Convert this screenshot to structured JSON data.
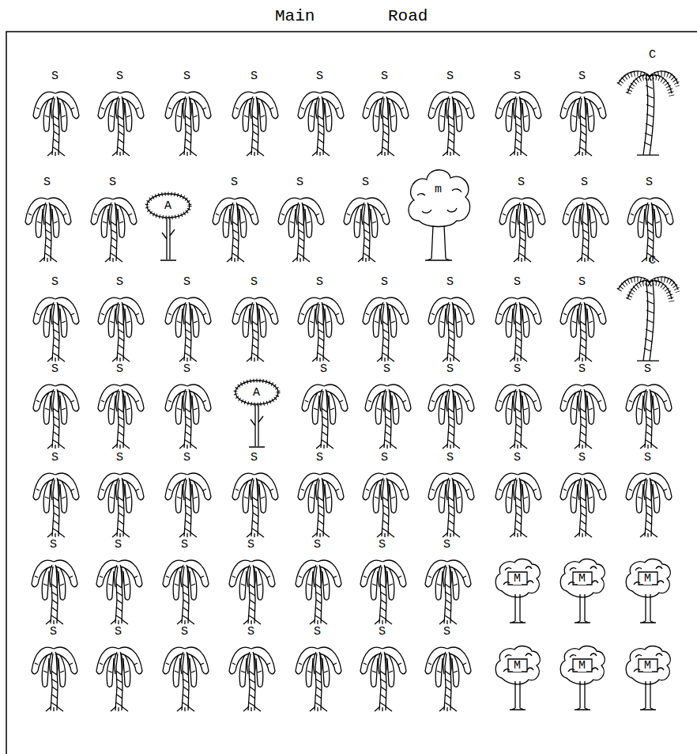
{
  "diagram": {
    "labels": [
      "Main Road",
      "S",
      "S",
      "S",
      "S",
      "S",
      "S",
      "S",
      "S",
      "S",
      "C",
      "S",
      "S",
      "A",
      "S",
      "S",
      "S",
      "m",
      "S",
      "S",
      "S",
      "S",
      "S",
      "S",
      "S",
      "S",
      "S",
      "S",
      "S",
      "S",
      "C",
      "S",
      "S",
      "S",
      "A",
      "S",
      "S",
      "S",
      "S",
      "S",
      "S",
      "S",
      "S",
      "S",
      "S",
      "S",
      "S",
      "S",
      "S",
      "S",
      "S",
      "S",
      "S",
      "S",
      "S",
      "S",
      "S",
      "S",
      "M",
      "M",
      "M",
      "S",
      "S",
      "S",
      "S",
      "S",
      "S",
      "S",
      "M",
      "M",
      "M"
    ]
  }
}
